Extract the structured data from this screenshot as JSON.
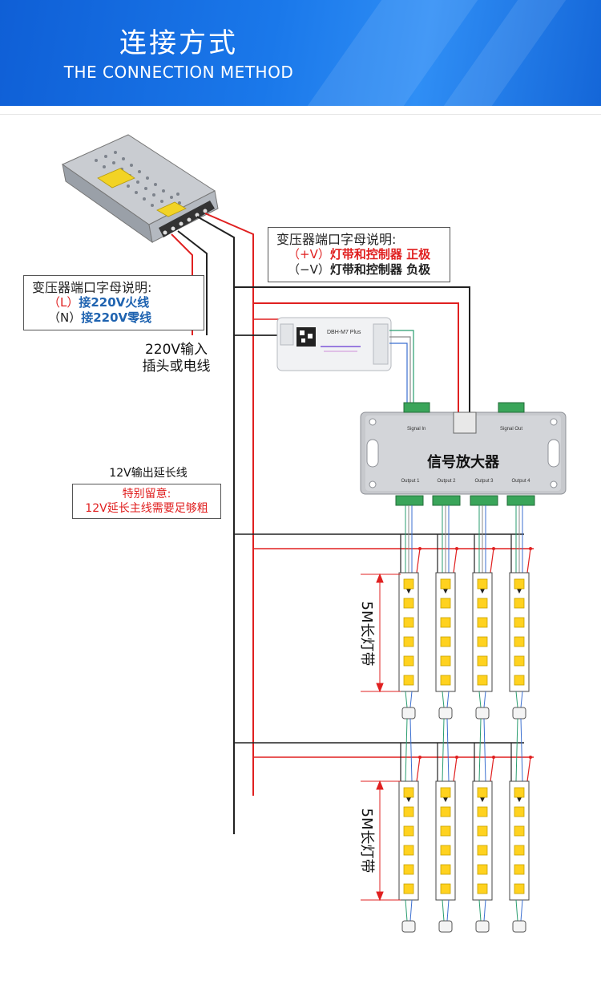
{
  "header": {
    "title_cn": "连接方式",
    "title_en": "THE CONNECTION METHOD"
  },
  "colors": {
    "header_blue": "#1a6fe2",
    "wire_red": "#e02020",
    "wire_black": "#222222",
    "wire_green": "#2a9d6f",
    "note_border": "#555555",
    "led_yellow": "#ffd21f"
  },
  "transformer_note": {
    "heading": "变压器端口字母说明:",
    "line_l_code": "（L）",
    "line_l_text": "接220V火线",
    "line_n_code": "（N）",
    "line_n_text": "接220V零线"
  },
  "input_label": {
    "line1": "220V输入",
    "line2": "插头或电线"
  },
  "dc_note": {
    "heading": "变压器端口字母说明:",
    "line_pos_code": "（+V）",
    "line_pos_text": "灯带和控制器 正极",
    "line_neg_code": "（−V）",
    "line_neg_text": "灯带和控制器 负极"
  },
  "controller": {
    "model": "DBH-M7 Plus"
  },
  "amplifier": {
    "label": "信号放大器",
    "signal_in": "Signal In",
    "signal_out": "Signal Out",
    "outputs": [
      "Output 1",
      "Output 2",
      "Output 3",
      "Output 4"
    ]
  },
  "extension": {
    "label": "12V输出延长线",
    "warning_title": "特别留意:",
    "warning_text": "12V延长主线需要足够粗"
  },
  "strip_label": "5M长灯带"
}
